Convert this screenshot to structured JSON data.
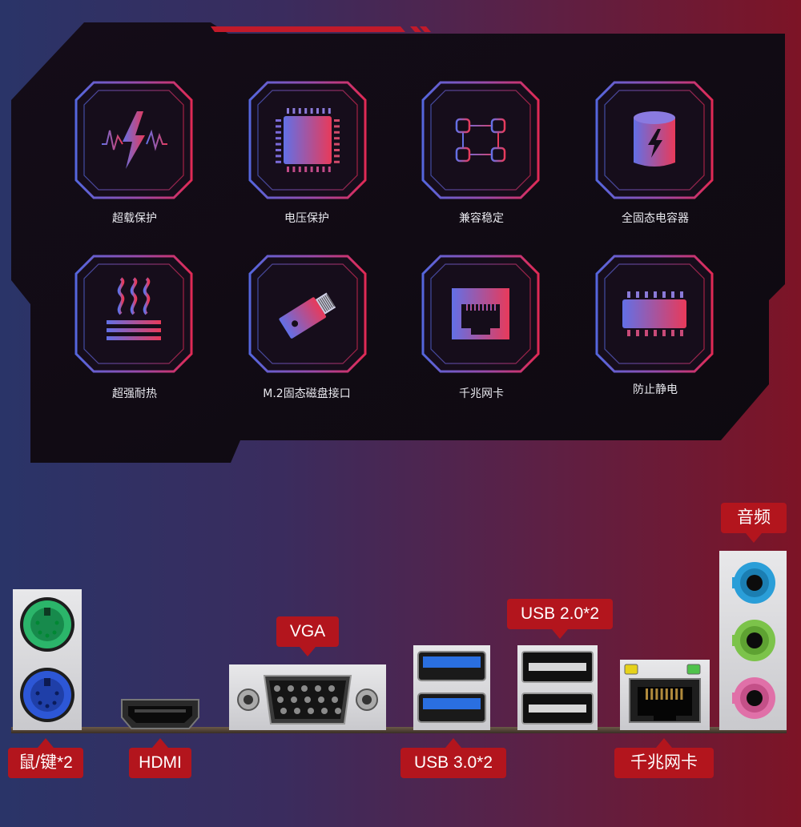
{
  "features": [
    {
      "label": "超载保护",
      "icon": "overload-lightning-icon"
    },
    {
      "label": "电压保护",
      "icon": "chip-icon"
    },
    {
      "label": "兼容稳定",
      "icon": "node-square-icon"
    },
    {
      "label": "全固态电容器",
      "icon": "capacitor-lightning-icon"
    },
    {
      "label": "超强耐热",
      "icon": "heat-waves-icon"
    },
    {
      "label": "M.2固态磁盘接口",
      "icon": "m2-ssd-icon"
    },
    {
      "label": "千兆网卡",
      "icon": "ethernet-port-icon"
    },
    {
      "label": "防止静电",
      "icon": "memory-chip-icon"
    }
  ],
  "ports": {
    "ps2": "鼠/键*2",
    "hdmi": "HDMI",
    "vga": "VGA",
    "usb3": "USB 3.0*2",
    "usb2": "USB 2.0*2",
    "lan": "千兆网卡",
    "audio": "音频"
  },
  "colors": {
    "accent_red": "#b3151d",
    "ps2_mouse": "#2bb56a",
    "ps2_keyboard": "#2d57d6",
    "usb3_blue": "#2a6fe0",
    "audio_blue": "#2a9ed8",
    "audio_green": "#7cc34a",
    "audio_pink": "#e070a8"
  }
}
